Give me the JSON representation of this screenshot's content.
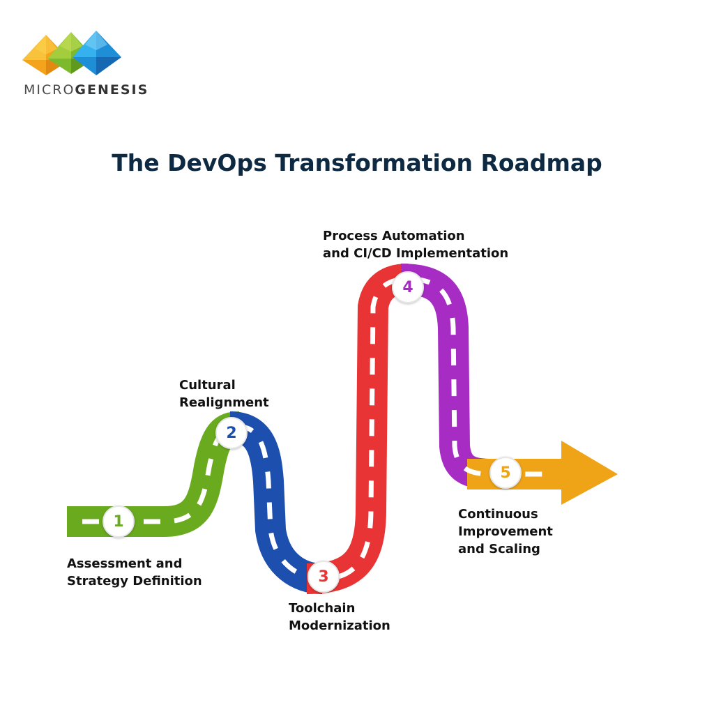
{
  "logo": {
    "text_light": "MICRO",
    "text_bold": "GENESIS"
  },
  "title": "The DevOps Transformation Roadmap",
  "colors": {
    "step1": "#6aaa1f",
    "step2": "#1d4fae",
    "step3": "#e83434",
    "step4": "#a62cc4",
    "step5": "#efa418"
  },
  "steps": [
    {
      "number": "1",
      "line1": "Assessment and",
      "line2": "Strategy Definition"
    },
    {
      "number": "2",
      "line1": "Cultural",
      "line2": "Realignment"
    },
    {
      "number": "3",
      "line1": "Toolchain",
      "line2": "Modernization"
    },
    {
      "number": "4",
      "line1": "Process Automation",
      "line2": "and CI/CD Implementation"
    },
    {
      "number": "5",
      "line1": "Continuous",
      "line2": "Improvement",
      "line3": "and Scaling"
    }
  ]
}
